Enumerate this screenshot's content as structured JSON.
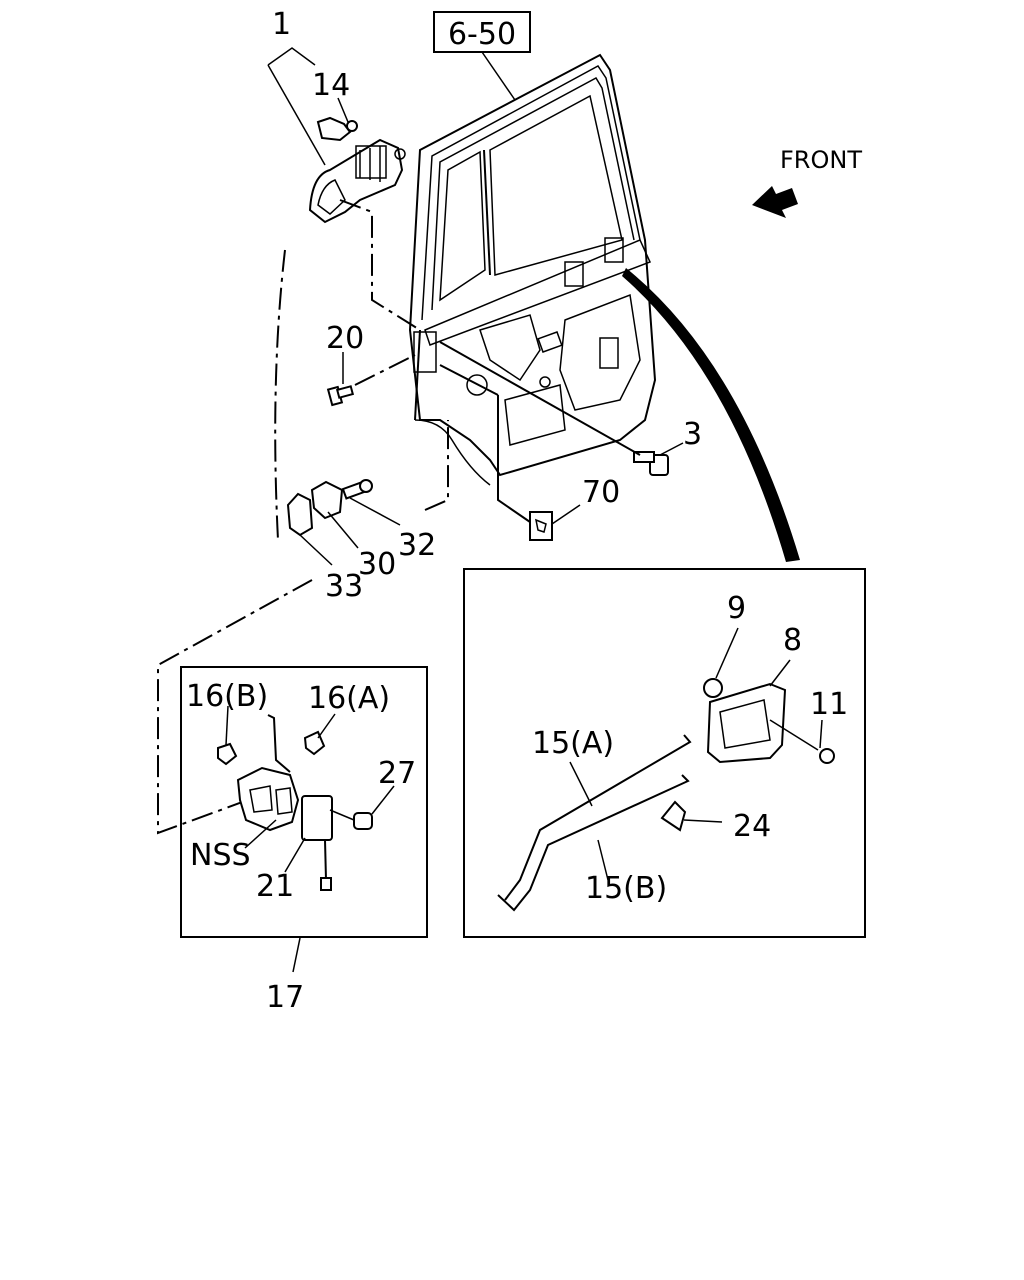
{
  "header": {
    "ref_box": "6-50",
    "front_label": "FRONT"
  },
  "callouts": {
    "p1": "1",
    "p14": "14",
    "p20": "20",
    "p3": "3",
    "p70": "70",
    "p32": "32",
    "p30": "30",
    "p33": "33",
    "p16b": "16(B)",
    "p16a": "16(A)",
    "p27": "27",
    "nss": "NSS",
    "p21": "21",
    "p17": "17",
    "p9": "9",
    "p8": "8",
    "p11": "11",
    "p15a": "15(A)",
    "p24": "24",
    "p15b": "15(B)"
  }
}
